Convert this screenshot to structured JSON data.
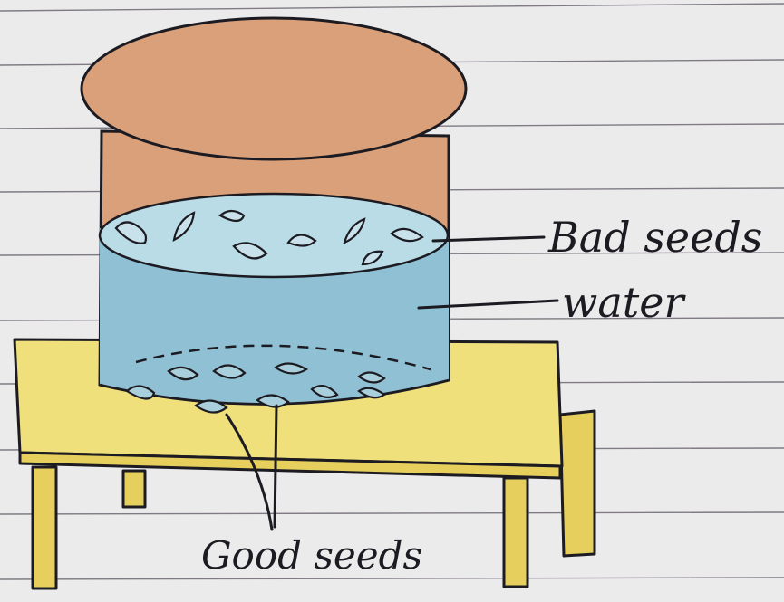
{
  "labels": {
    "bad_seeds": "Bad seeds",
    "water": "water",
    "good_seeds": "Good seeds"
  },
  "colors": {
    "paper": "#ecebec",
    "rule_line": "#5b5560",
    "ink": "#1d1b22",
    "container": "#d9a07a",
    "water": "#8fc0d4",
    "water_top": "#b9dce6",
    "table": "#efe07c",
    "table_leg": "#e6cf5c"
  }
}
